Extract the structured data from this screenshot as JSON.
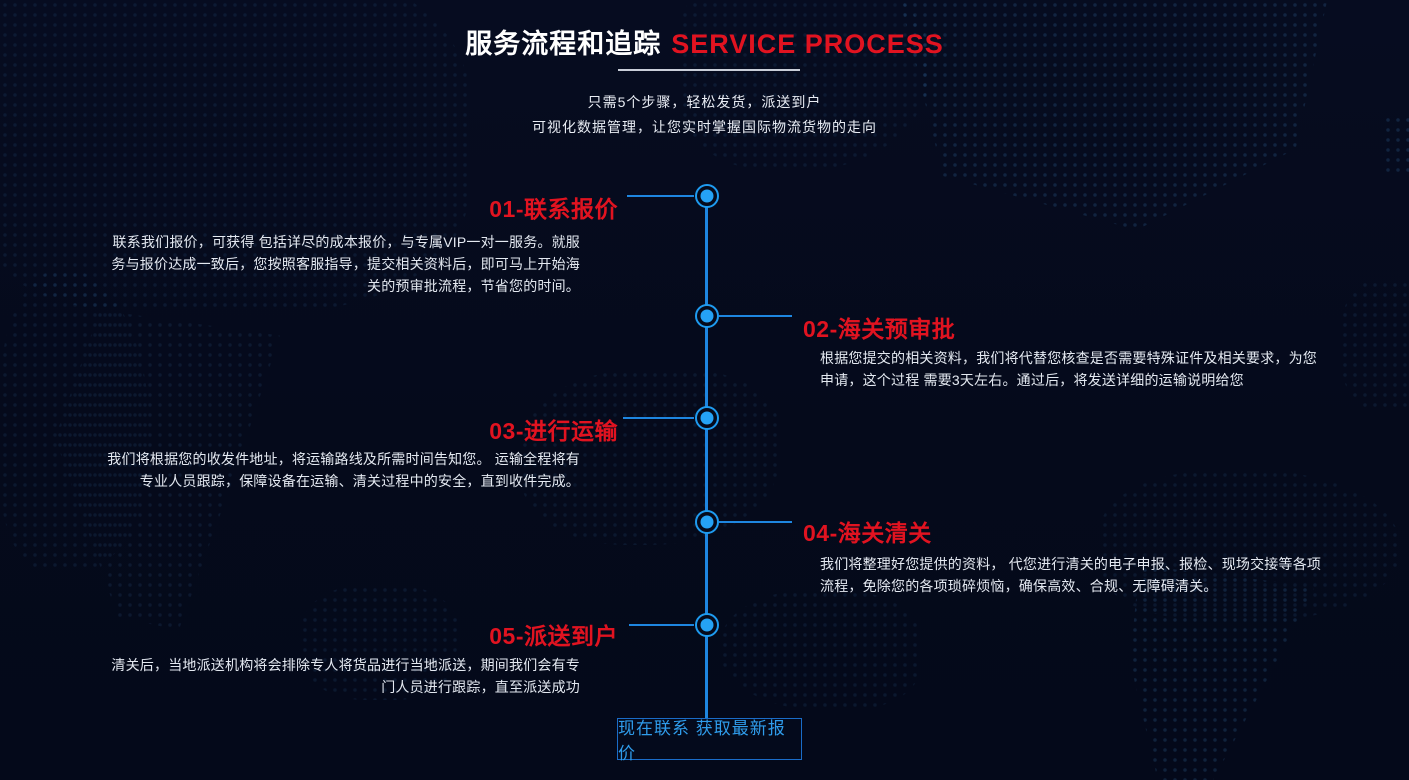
{
  "header": {
    "title_cn": "服务流程和追踪",
    "title_en": "SERVICE PROCESS",
    "subtitle_line1": "只需5个步骤，轻松发货，派送到户",
    "subtitle_line2": "可视化数据管理，让您实时掌握国际物流货物的走向"
  },
  "timeline": {
    "steps": [
      {
        "title": "01-联系报价",
        "side": "left",
        "description": "联系我们报价，可获得 包括详尽的成本报价，与专属VIP一对一服务。就服务与报价达成一致后，您按照客服指导，提交相关资料后，即可马上开始海关的预审批流程，节省您的时间。"
      },
      {
        "title": "02-海关预审批",
        "side": "right",
        "description": "根据您提交的相关资料，我们将代替您核查是否需要特殊证件及相关要求，为您申请，这个过程 需要3天左右。通过后，将发送详细的运输说明给您"
      },
      {
        "title": "03-进行运输",
        "side": "left",
        "description": "我们将根据您的收发件地址，将运输路线及所需时间告知您。 运输全程将有专业人员跟踪，保障设备在运输、清关过程中的安全，直到收件完成。"
      },
      {
        "title": "04-海关清关",
        "side": "right",
        "description": "我们将整理好您提供的资料， 代您进行清关的电子申报、报检、现场交接等各项流程，免除您的各项琐碎烦恼，确保高效、合规、无障碍清关。"
      },
      {
        "title": "05-派送到户",
        "side": "left",
        "description": "清关后，当地派送机构将会排除专人将货品进行当地派送，期间我们会有专门人员进行跟踪，直至派送成功"
      }
    ]
  },
  "cta": {
    "label": "现在联系 获取最新报价"
  },
  "colors": {
    "accent_red": "#e11320",
    "accent_blue": "#1e86e0",
    "node_fill": "#25a2f5",
    "background": "#050a1b",
    "text": "#e4e9f1"
  }
}
